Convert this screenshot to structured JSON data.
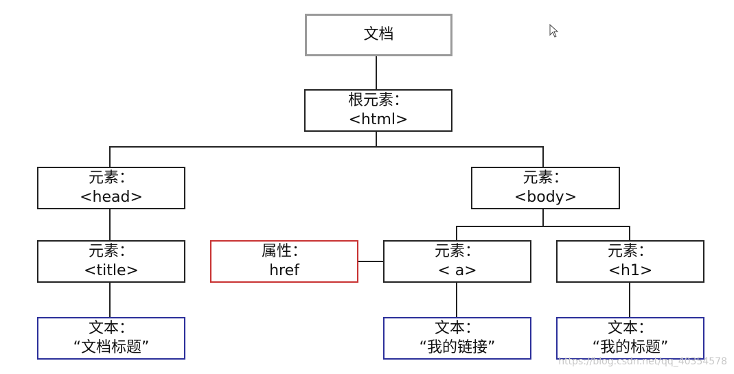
{
  "nodes": {
    "document": {
      "line1": "文档"
    },
    "html": {
      "line1": "根元素：",
      "line2": "<html>"
    },
    "head": {
      "line1": "元素：",
      "line2": "<head>"
    },
    "body": {
      "line1": "元素：",
      "line2": "<body>"
    },
    "title": {
      "line1": "元素：",
      "line2": "<title>"
    },
    "attr_href": {
      "line1": "属性：",
      "line2": "href"
    },
    "a": {
      "line1": "元素：",
      "line2": "< a>"
    },
    "h1": {
      "line1": "元素：",
      "line2": "<h1>"
    },
    "text_title": {
      "line1": "文本：",
      "line2": "“文档标题”"
    },
    "text_link": {
      "line1": "文本：",
      "line2": "“我的链接”"
    },
    "text_h1": {
      "line1": "文本：",
      "line2": "“我的标题”"
    }
  },
  "colors": {
    "document_border": "#9a9a9a",
    "attribute_border": "#c83232",
    "text_border": "#2b2f9a",
    "element_border": "#222222"
  },
  "watermark": "https://blog.csdn.net/qq_40354578",
  "cursor_icon": "mouse-pointer-icon"
}
